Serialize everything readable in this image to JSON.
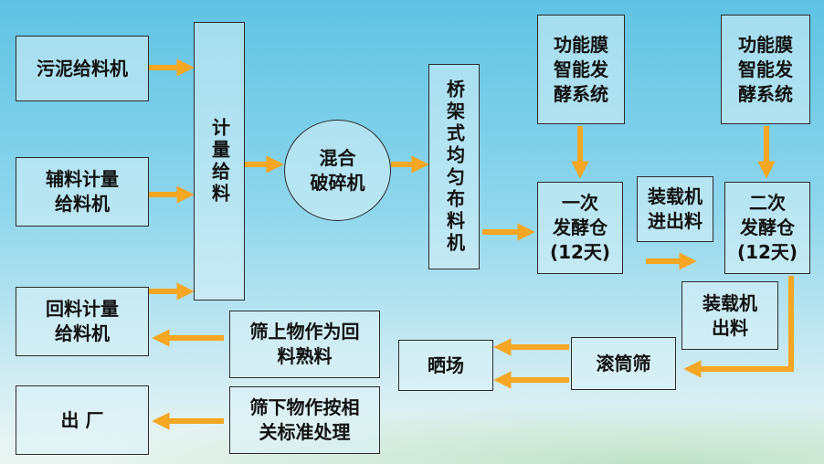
{
  "nodes": {
    "sludge_feeder": "污泥给料机",
    "aux_feeder": "辅料计量\n给料机",
    "return_feeder": "回料计量\n给料机",
    "exit": "出  厂",
    "metering": "计量给料",
    "mixer": "混合\n破碎机",
    "distributor": "桥架式均匀布料机",
    "membrane_1": "功能膜\n智能发\n酵系统",
    "membrane_2": "功能膜\n智能发\n酵系统",
    "ferment_1": "一次\n发酵仓\n(12天)",
    "ferment_2": "二次\n发酵仓\n(12天)",
    "loader_in_out": "装载机\n进出料",
    "loader_out": "装载机\n出料",
    "drum_screen": "滚筒筛",
    "drying_yard": "晒场",
    "screen_over": "筛上物作为回\n料熟料",
    "screen_under": "筛下物作按相\n关标准处理"
  },
  "colors": {
    "arrow": "#f5a623",
    "border": "#2b2b2b"
  }
}
